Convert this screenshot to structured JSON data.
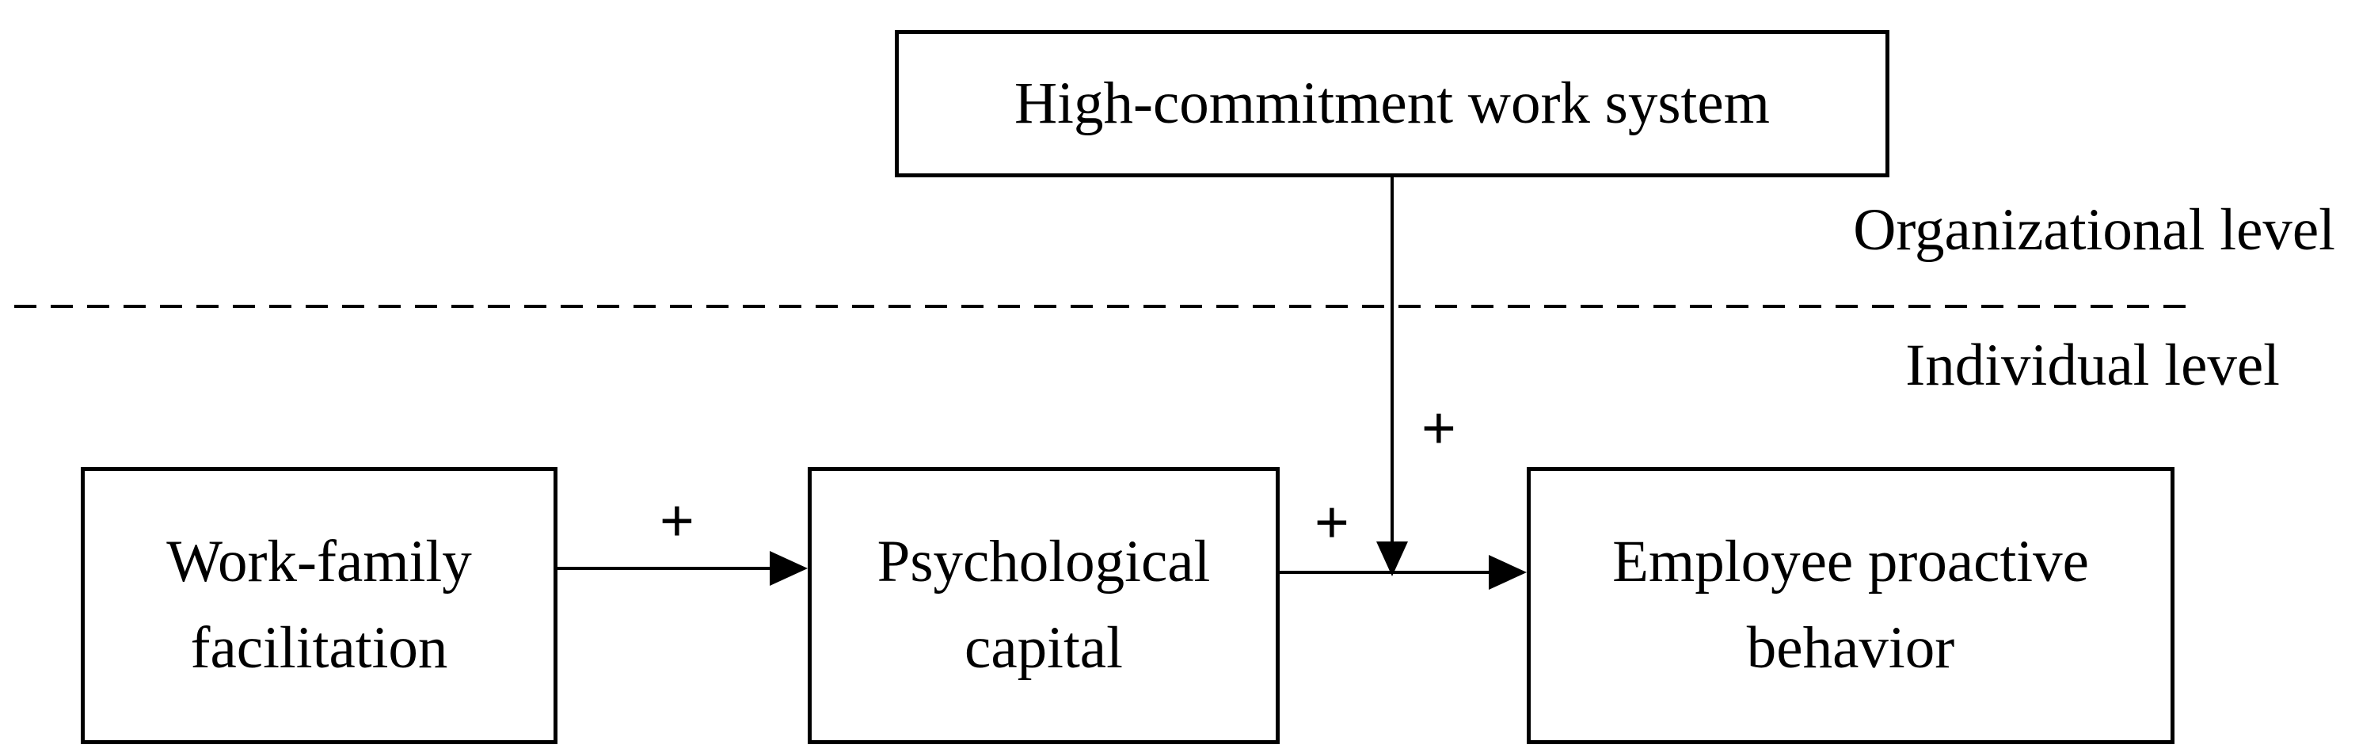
{
  "diagram": {
    "nodes": {
      "high_commitment": "High-commitment work system",
      "work_family": "Work-family\nfacilitation",
      "psych_capital": "Psychological\ncapital",
      "proactive": "Employee proactive\nbehavior"
    },
    "levels": {
      "organizational": "Organizational level",
      "individual": "Individual level"
    },
    "signs": {
      "wff_to_pc": "+",
      "pc_to_epb": "+",
      "moderation": "+"
    },
    "edges": [
      {
        "from": "Work-family facilitation",
        "to": "Psychological capital",
        "sign": "+"
      },
      {
        "from": "Psychological capital",
        "to": "Employee proactive behavior",
        "sign": "+"
      },
      {
        "from": "High-commitment work system",
        "to": "Psychological capital → Employee proactive behavior path",
        "sign": "+"
      }
    ],
    "colors": {
      "stroke": "#000000",
      "background": "#ffffff"
    }
  }
}
